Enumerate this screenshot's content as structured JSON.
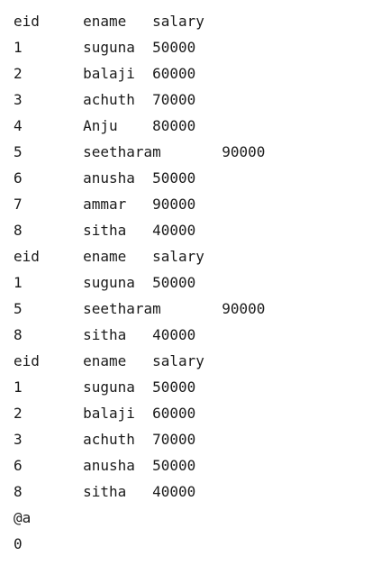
{
  "console": {
    "lines": [
      "eid\tename\tsalary",
      "1\tsuguna\t50000",
      "2\tbalaji\t60000",
      "3\tachuth\t70000",
      "4\tAnju\t80000",
      "5\tseetharam\t90000",
      "6\tanusha\t50000",
      "7\tammar\t90000",
      "8\tsitha\t40000",
      "eid\tename\tsalary",
      "1\tsuguna\t50000",
      "5\tseetharam\t90000",
      "8\tsitha\t40000",
      "eid\tename\tsalary",
      "1\tsuguna\t50000",
      "2\tbalaji\t60000",
      "3\tachuth\t70000",
      "6\tanusha\t50000",
      "8\tsitha\t40000",
      "@a",
      "0"
    ]
  }
}
